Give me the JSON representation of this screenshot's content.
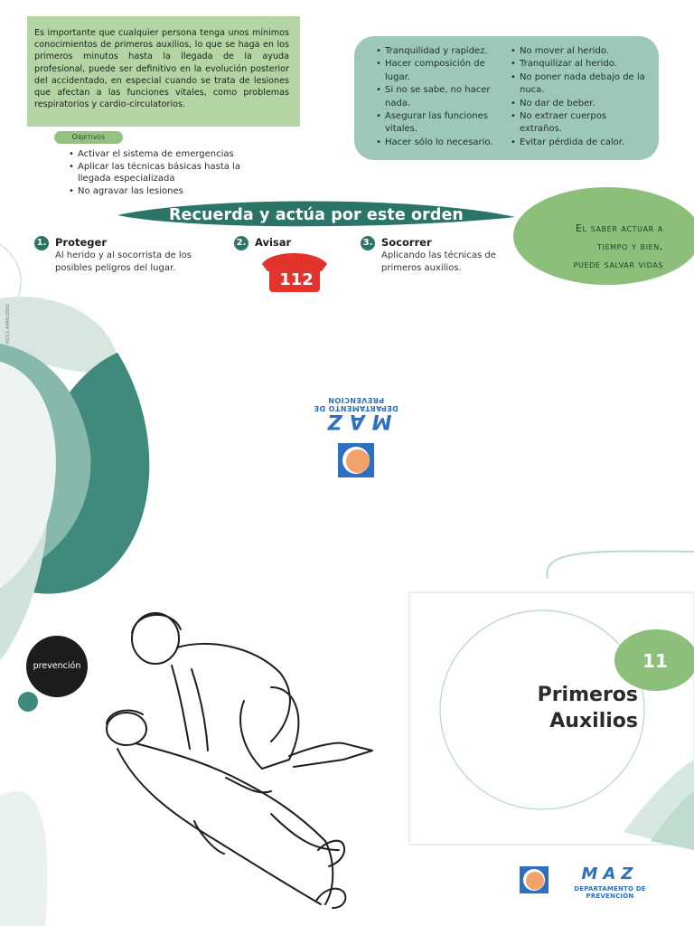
{
  "intro": {
    "text": "Es importante que cualquier persona tenga unos mínimos conocimientos de primeros auxilios, lo que se haga en los primeros minutos hasta la llegada de la ayuda profesional, puede ser definitivo en la evolución posterior del accidentado, en especial cuando se trata de lesiones que afectan a las funciones vitales, como problemas respiratorios y cardio-circulatorios."
  },
  "objetivos": {
    "label": "Objetivos",
    "items": [
      "Activar el sistema de emergencias",
      "Aplicar las técnicas básicas hasta la llegada especializada",
      "No agravar las lesiones"
    ]
  },
  "rules": {
    "left": [
      "Tranquilidad y rapidez.",
      "Hacer composición de lugar.",
      "Si no se sabe, no hacer nada.",
      "Asegurar las funciones vitales.",
      "Hacer sólo lo necesario."
    ],
    "right": [
      "No mover al herido.",
      "Tranquilizar al herido.",
      "No poner nada debajo de la nuca.",
      "No dar de beber.",
      "No extraer cuerpos extraños.",
      "Evitar pérdida de calor."
    ]
  },
  "banner": {
    "text": "Recuerda y actúa por este orden"
  },
  "steps": [
    {
      "num": "1.",
      "title": "Proteger",
      "text": "Al herido y al socorrista de los posibles peligros del lugar."
    },
    {
      "num": "2.",
      "title": "Avisar",
      "text": ""
    },
    {
      "num": "3.",
      "title": "Socorrer",
      "text": "Aplicando las técnicas de primeros auxilios."
    }
  ],
  "phone": {
    "number": "112"
  },
  "saber": {
    "line1": "El saber actuar a",
    "line2": "tiempo y bien,",
    "line3": "puede salvar vidas"
  },
  "side_code": "02/11-A96R/2002",
  "logo": {
    "name": "MAZ",
    "department": "DEPARTAMENTO DE PREVENCIÓN"
  },
  "cover": {
    "tag": "prevención",
    "number": "11",
    "title_line1": "Primeros",
    "title_line2": "Auxilios"
  },
  "colors": {
    "green_light": "#b4d5a3",
    "teal_box": "#9ec7bb",
    "teal_dark": "#2a7468",
    "green_mid": "#8cc07a",
    "red_phone": "#e2332c",
    "brand_blue": "#2e6fc0"
  }
}
